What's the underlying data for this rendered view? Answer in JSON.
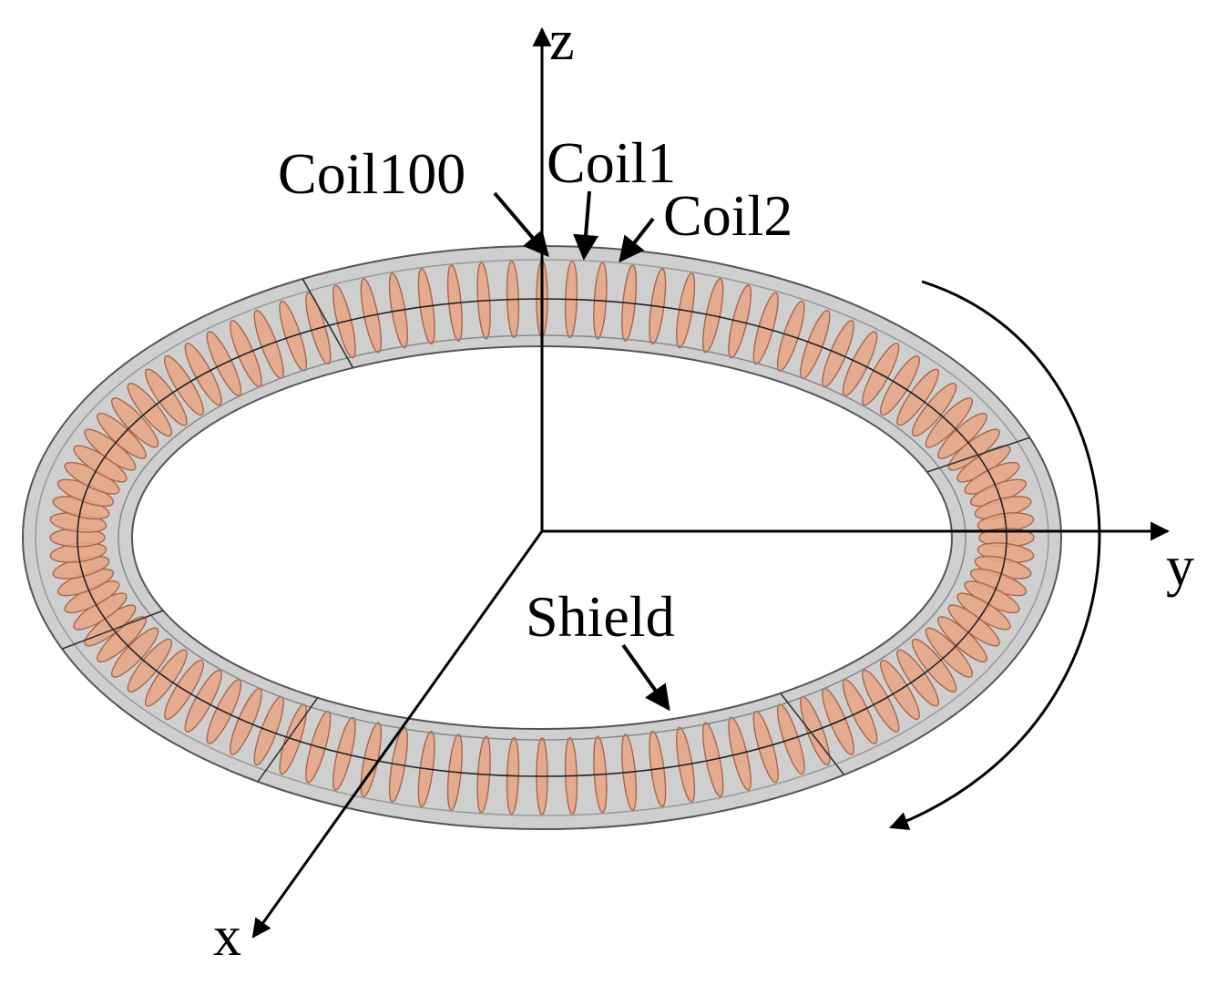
{
  "axes": {
    "z_label": "z",
    "y_label": "y",
    "x_label": "x"
  },
  "labels": {
    "coil100": "Coil100",
    "coil1": "Coil1",
    "coil2": "Coil2",
    "shield": "Shield"
  },
  "colors": {
    "coil_fill": "#e9a584",
    "coil_stroke": "#a8664a",
    "shield_fill": "#c9c9c9",
    "shield_edge": "#444444",
    "line": "#000000"
  },
  "coil_count": 100
}
